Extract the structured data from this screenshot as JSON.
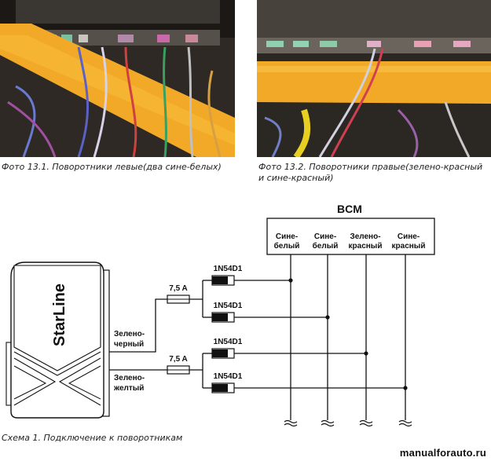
{
  "captions": {
    "photo1": "Фото 13.1. Поворотники левые(два сине-белых)",
    "photo2_line1": "Фото 13.2. Поворотники правые(зелено-красный",
    "photo2_line2": "и сине-красный)",
    "schema": "Схема 1. Подключение к поворотникам"
  },
  "diagram": {
    "bcm_title": "BCM",
    "bcm_pins": [
      {
        "line1": "Сине-",
        "line2": "белый"
      },
      {
        "line1": "Сине-",
        "line2": "белый"
      },
      {
        "line1": "Зелено-",
        "line2": "красный"
      },
      {
        "line1": "Сине-",
        "line2": "красный"
      }
    ],
    "fuse_labels": [
      "7,5 A",
      "7,5 A"
    ],
    "diode_labels": [
      "1N54D1",
      "1N54D1",
      "1N54D1",
      "1N54D1"
    ],
    "alarm_brand": "StarLine",
    "wire1": {
      "line1": "Зелено-",
      "line2": "черный"
    },
    "wire2": {
      "line1": "Зелено-",
      "line2": "желтый"
    }
  },
  "watermark": "manualforauto.ru"
}
